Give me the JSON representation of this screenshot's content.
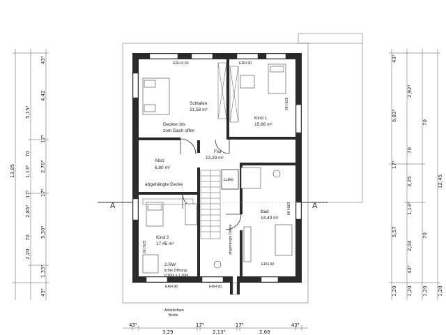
{
  "rooms": {
    "schlafen": {
      "name": "Schlafen",
      "area": "21,58 m²",
      "note_1": "Decken bis",
      "note_2": "zum Dach offen"
    },
    "kind1": {
      "name": "Kind 1",
      "area": "15,66 m²"
    },
    "abst": {
      "name": "Abst.",
      "area": "6,80 m²",
      "note": "abgehängte Decke"
    },
    "flur": {
      "name": "Flur",
      "area": "13,29 m²"
    },
    "luke": {
      "name": "Luke"
    },
    "kind2": {
      "name": "Kind 2",
      "area": "17,45 m²"
    },
    "bad": {
      "name": "Bad",
      "area": "14,40 m²"
    },
    "rw": {
      "name": "2.RW",
      "note_1": "lichte Öffnung",
      "note_2": "0,90m x 1,20m"
    },
    "flur_note": "abgehängte Decke"
  },
  "erh_labels": {
    "schlafen_top": "ERH 0,00",
    "kind1_top": "ERH 90",
    "kind1_side": "ERH 90",
    "bad_side": "ERH 90",
    "bad_bottom": "ERH 90",
    "kind2_side": "ERH 90",
    "kind2_bottom": "ERH 90",
    "flur_bottom": "ERH 60"
  },
  "section_marker": {
    "left": "A",
    "right": "A"
  },
  "footer": {
    "line1": "Anlieferbare",
    "line2": "Breite"
  },
  "dims_bottom": [
    "43⁵",
    "3,29",
    "17⁵",
    "2,13⁵",
    "17⁵",
    "2,68",
    "43⁵"
  ],
  "dims_left_total": "13,85",
  "dims_left_mid": [
    "2,20",
    "70",
    "2,85⁵",
    "17⁵",
    "1,13⁵",
    "70",
    "5,15⁵"
  ],
  "dims_left_inner": [
    "43⁵",
    "1,33⁵",
    "5,30⁵",
    "17⁵",
    "2,70⁵",
    "17⁵",
    "4,42",
    "43⁵"
  ],
  "dims_right_total": "12,45",
  "dims_right_mid": [
    "1,20",
    "1,20",
    "5,57",
    "17⁵",
    "6,83⁵"
  ],
  "dims_right_inner": [
    "43⁵",
    "2,04",
    "1,13⁵",
    "3,25",
    "70",
    "2,92⁵",
    "43⁵"
  ],
  "dims_right_outer": [
    "1,20",
    "70",
    "70",
    "1,20"
  ]
}
